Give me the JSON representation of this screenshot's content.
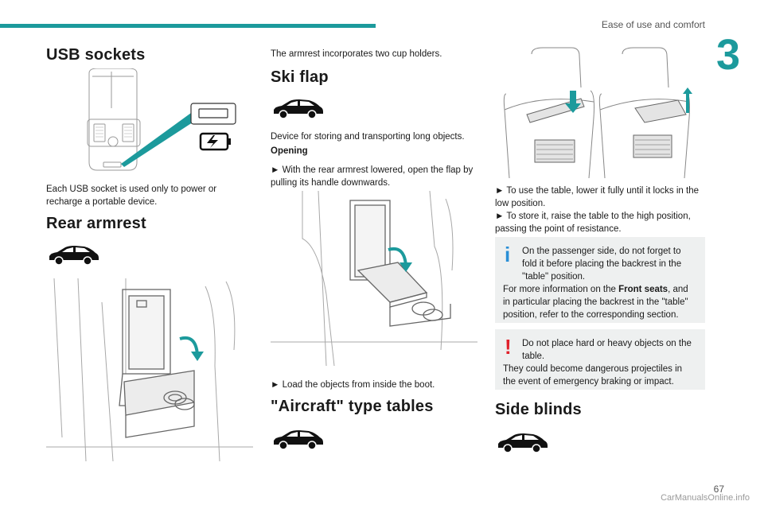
{
  "header": {
    "section": "Ease of use and comfort",
    "chapter": "3"
  },
  "usb": {
    "title": "USB sockets",
    "text": "Each USB socket is used only to power or recharge a portable device."
  },
  "armrest": {
    "title": "Rear armrest",
    "text": "The armrest incorporates two cup holders."
  },
  "ski": {
    "title": "Ski flap",
    "text": "Device for storing and transporting long objects.",
    "opening": "Opening",
    "step1": "► With the rear armrest lowered, open the flap by pulling its handle downwards.",
    "step2": "► Load the objects from inside the boot."
  },
  "tables": {
    "title": "\"Aircraft\" type tables",
    "step1": "► To use the table, lower it fully until it locks in the low position.",
    "step2": "► To store it, raise the table to the high position, passing the point of resistance.",
    "info_icon": "i",
    "info_line1": "On the passenger side, do not forget to fold it before placing the backrest in the \"table\" position.",
    "info_line2_pre": "For more information on the ",
    "info_line2_bold": "Front seats",
    "info_line2_post": ", and in particular placing the backrest in the \"table\" position, refer to the corresponding section.",
    "warn_icon": "!",
    "warn_line1": "Do not place hard or heavy objects on the table.",
    "warn_line2": "They could become dangerous projectiles in the event of emergency braking or impact."
  },
  "blinds": {
    "title": "Side blinds"
  },
  "footer": {
    "page": "67",
    "watermark": "CarManualsOnline.info"
  },
  "colors": {
    "accent": "#1c9a9c",
    "info": "#2a8fd6",
    "warning": "#e0202a",
    "note_bg": "#eef0f0"
  },
  "icons": {
    "vehicle": "suv-silhouette-icon",
    "usb": "usb-port-icon",
    "battery": "battery-charge-icon",
    "arrow": "curved-arrow-icon"
  }
}
